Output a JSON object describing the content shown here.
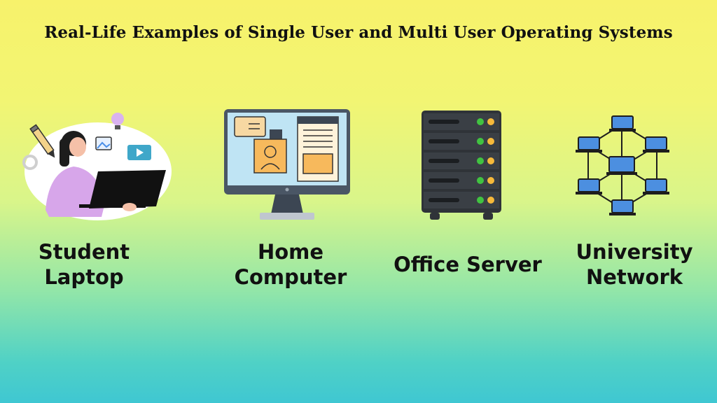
{
  "page": {
    "title": "Real-Life Examples of Single User and Multi User Operating Systems"
  },
  "cards": [
    {
      "icon": "student-laptop-illustration",
      "lines": [
        "Student",
        "Laptop"
      ]
    },
    {
      "icon": "home-computer-monitor-icon",
      "lines": [
        "Home",
        "Computer"
      ]
    },
    {
      "icon": "office-server-rack-icon",
      "lines": [
        "Office Server"
      ]
    },
    {
      "icon": "university-network-icon",
      "lines": [
        "University",
        "Network"
      ]
    }
  ],
  "colors": {
    "background_top": "#f7f26b",
    "background_bottom": "#3fc7d2",
    "text": "#111111",
    "server_led_green": "#41c341",
    "server_led_amber": "#f6b93a",
    "network_blue": "#4c8fe0"
  }
}
